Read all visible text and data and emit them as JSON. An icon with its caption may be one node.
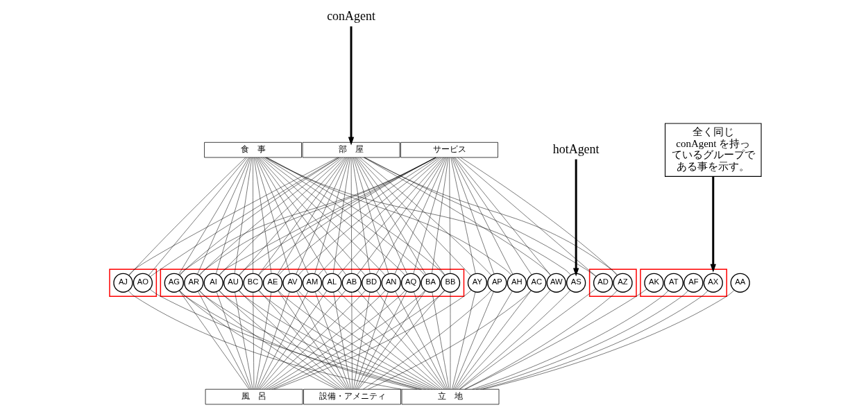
{
  "diagram": {
    "nodes": [
      {
        "text": [
          "食　事"
        ]
      },
      {
        "text": [
          "サービス"
        ]
      },
      {
        "text": [
          "部　屋"
        ]
      },
      {
        "text": [
          "conAgent"
        ]
      },
      {
        "text": [
          "hotAgent"
        ]
      },
      {
        "text": [],
        "shape": "box"
      },
      {
        "text": [
          "AV"
        ],
        "in": 5
      },
      {
        "text": [
          "AE"
        ],
        "in": 5
      },
      {
        "text": [
          "BC"
        ],
        "in": 5
      },
      {
        "text": [
          "AU"
        ],
        "in": 5
      },
      {
        "text": [
          "AI"
        ],
        "in": 5
      },
      {
        "text": [
          "AR"
        ],
        "in": 5
      },
      {
        "text": [
          "AG"
        ],
        "in": 5
      },
      {
        "text": [
          "BB"
        ],
        "in": 5
      },
      {
        "text": [
          "BA"
        ],
        "in": 5
      },
      {
        "text": [
          "AQ"
        ],
        "in": 5
      },
      {
        "text": [
          "AN"
        ],
        "in": 5
      },
      {
        "text": [
          "BD"
        ],
        "in": 5
      },
      {
        "text": [
          "AB"
        ],
        "in": 5
      },
      {
        "text": [
          "AL"
        ],
        "in": 5
      },
      {
        "text": [
          "AM"
        ],
        "in": 5
      },
      {
        "text": [
          "AC"
        ]
      },
      {
        "text": [
          "AY"
        ]
      },
      {
        "text": [
          "AW"
        ]
      },
      {
        "text": [
          "AH"
        ]
      },
      {
        "text": [
          "AP"
        ]
      },
      {
        "text": [],
        "shape": "box"
      },
      {
        "text": [
          "AO"
        ],
        "in": 26
      },
      {
        "text": [
          "AJ"
        ],
        "in": 26
      },
      {
        "text": [],
        "shape": "box"
      },
      {
        "text": [
          "AZ"
        ],
        "in": 29
      },
      {
        "text": [
          "AD"
        ],
        "in": 29
      },
      {
        "text": [
          "AA"
        ]
      },
      {
        "text": [
          "AS"
        ]
      },
      {
        "text": [
          "全く同じ conAgent を持っているグループである事を示す。"
        ]
      },
      {
        "text": [],
        "shape": "box"
      },
      {
        "text": [
          "AX"
        ],
        "in": 35
      },
      {
        "text": [
          "AF"
        ],
        "in": 35
      },
      {
        "text": [
          "AT"
        ],
        "in": 35
      },
      {
        "text": [
          "AK"
        ],
        "in": 35
      },
      {
        "text": [
          "設備・アメニティ"
        ]
      },
      {
        "text": [
          "風　呂"
        ]
      },
      {
        "text": [
          "立　地"
        ]
      }
    ],
    "edges": [
      {
        "from": 0,
        "to": 6,
        "arrow": "none"
      },
      {
        "from": 1,
        "to": 6,
        "arrow": "none"
      },
      {
        "from": 2,
        "to": 6,
        "arrow": "none"
      },
      {
        "from": 6,
        "to": 40,
        "arrow": "none"
      },
      {
        "from": 6,
        "to": 41,
        "arrow": "none"
      },
      {
        "from": 6,
        "to": 42,
        "arrow": "none"
      },
      {
        "from": 0,
        "to": 7,
        "arrow": "none"
      },
      {
        "from": 1,
        "to": 7,
        "arrow": "none"
      },
      {
        "from": 2,
        "to": 7,
        "arrow": "none"
      },
      {
        "from": 7,
        "to": 40,
        "arrow": "none"
      },
      {
        "from": 7,
        "to": 41,
        "arrow": "none"
      },
      {
        "from": 7,
        "to": 42,
        "arrow": "none"
      },
      {
        "from": 0,
        "to": 8,
        "arrow": "none"
      },
      {
        "from": 1,
        "to": 8,
        "arrow": "none"
      },
      {
        "from": 2,
        "to": 8,
        "arrow": "none"
      },
      {
        "from": 8,
        "to": 40,
        "arrow": "none"
      },
      {
        "from": 8,
        "to": 41,
        "arrow": "none"
      },
      {
        "from": 8,
        "to": 42,
        "arrow": "none"
      },
      {
        "from": 0,
        "to": 9,
        "arrow": "none"
      },
      {
        "from": 1,
        "to": 9,
        "arrow": "none"
      },
      {
        "from": 2,
        "to": 9,
        "arrow": "none"
      },
      {
        "from": 9,
        "to": 40,
        "arrow": "none"
      },
      {
        "from": 9,
        "to": 41,
        "arrow": "none"
      },
      {
        "from": 9,
        "to": 42,
        "arrow": "none"
      },
      {
        "from": 0,
        "to": 10,
        "arrow": "none"
      },
      {
        "from": 1,
        "to": 10,
        "arrow": "none"
      },
      {
        "from": 2,
        "to": 10,
        "arrow": "none"
      },
      {
        "from": 10,
        "to": 40,
        "arrow": "none"
      },
      {
        "from": 10,
        "to": 41,
        "arrow": "none"
      },
      {
        "from": 10,
        "to": 42,
        "arrow": "none"
      },
      {
        "from": 0,
        "to": 11,
        "arrow": "none"
      },
      {
        "from": 1,
        "to": 11,
        "arrow": "none"
      },
      {
        "from": 2,
        "to": 11,
        "arrow": "none"
      },
      {
        "from": 11,
        "to": 40,
        "arrow": "none"
      },
      {
        "from": 11,
        "to": 41,
        "arrow": "none"
      },
      {
        "from": 11,
        "to": 42,
        "arrow": "none"
      },
      {
        "from": 0,
        "to": 12,
        "arrow": "none"
      },
      {
        "from": 1,
        "to": 12,
        "arrow": "none"
      },
      {
        "from": 2,
        "to": 12,
        "arrow": "none"
      },
      {
        "from": 12,
        "to": 40,
        "arrow": "none"
      },
      {
        "from": 12,
        "to": 41,
        "arrow": "none"
      },
      {
        "from": 12,
        "to": 42,
        "arrow": "none"
      },
      {
        "from": 0,
        "to": 13,
        "arrow": "none"
      },
      {
        "from": 1,
        "to": 13,
        "arrow": "none"
      },
      {
        "from": 2,
        "to": 13,
        "arrow": "none"
      },
      {
        "from": 13,
        "to": 40,
        "arrow": "none"
      },
      {
        "from": 13,
        "to": 41,
        "arrow": "none"
      },
      {
        "from": 13,
        "to": 42,
        "arrow": "none"
      },
      {
        "from": 0,
        "to": 14,
        "arrow": "none"
      },
      {
        "from": 1,
        "to": 14,
        "arrow": "none"
      },
      {
        "from": 2,
        "to": 14,
        "arrow": "none"
      },
      {
        "from": 14,
        "to": 40,
        "arrow": "none"
      },
      {
        "from": 14,
        "to": 41,
        "arrow": "none"
      },
      {
        "from": 14,
        "to": 42,
        "arrow": "none"
      },
      {
        "from": 0,
        "to": 15,
        "arrow": "none"
      },
      {
        "from": 1,
        "to": 15,
        "arrow": "none"
      },
      {
        "from": 2,
        "to": 15,
        "arrow": "none"
      },
      {
        "from": 15,
        "to": 40,
        "arrow": "none"
      },
      {
        "from": 15,
        "to": 41,
        "arrow": "none"
      },
      {
        "from": 15,
        "to": 42,
        "arrow": "none"
      },
      {
        "from": 0,
        "to": 16,
        "arrow": "none"
      },
      {
        "from": 1,
        "to": 16,
        "arrow": "none"
      },
      {
        "from": 2,
        "to": 16,
        "arrow": "none"
      },
      {
        "from": 16,
        "to": 40,
        "arrow": "none"
      },
      {
        "from": 16,
        "to": 41,
        "arrow": "none"
      },
      {
        "from": 16,
        "to": 42,
        "arrow": "none"
      },
      {
        "from": 0,
        "to": 17,
        "arrow": "none"
      },
      {
        "from": 1,
        "to": 17,
        "arrow": "none"
      },
      {
        "from": 2,
        "to": 17,
        "arrow": "none"
      },
      {
        "from": 17,
        "to": 40,
        "arrow": "none"
      },
      {
        "from": 17,
        "to": 41,
        "arrow": "none"
      },
      {
        "from": 17,
        "to": 42,
        "arrow": "none"
      },
      {
        "from": 0,
        "to": 18,
        "arrow": "none"
      },
      {
        "from": 1,
        "to": 18,
        "arrow": "none"
      },
      {
        "from": 2,
        "to": 18,
        "arrow": "none"
      },
      {
        "from": 18,
        "to": 40,
        "arrow": "none"
      },
      {
        "from": 18,
        "to": 41,
        "arrow": "none"
      },
      {
        "from": 18,
        "to": 42,
        "arrow": "none"
      },
      {
        "from": 0,
        "to": 19,
        "arrow": "none"
      },
      {
        "from": 1,
        "to": 19,
        "arrow": "none"
      },
      {
        "from": 2,
        "to": 19,
        "arrow": "none"
      },
      {
        "from": 19,
        "to": 40,
        "arrow": "none"
      },
      {
        "from": 19,
        "to": 41,
        "arrow": "none"
      },
      {
        "from": 19,
        "to": 42,
        "arrow": "none"
      },
      {
        "from": 0,
        "to": 20,
        "arrow": "none"
      },
      {
        "from": 1,
        "to": 20,
        "arrow": "none"
      },
      {
        "from": 2,
        "to": 20,
        "arrow": "none"
      },
      {
        "from": 20,
        "to": 40,
        "arrow": "none"
      },
      {
        "from": 20,
        "to": 41,
        "arrow": "none"
      },
      {
        "from": 20,
        "to": 42,
        "arrow": "none"
      },
      {
        "from": 1,
        "to": 21,
        "arrow": "none"
      },
      {
        "from": 21,
        "to": 40,
        "arrow": "none"
      },
      {
        "from": 21,
        "to": 42,
        "arrow": "none"
      },
      {
        "from": 1,
        "to": 22,
        "arrow": "none"
      },
      {
        "from": 2,
        "to": 22,
        "arrow": "none"
      },
      {
        "from": 22,
        "to": 41,
        "arrow": "none"
      },
      {
        "from": 22,
        "to": 42,
        "arrow": "none"
      },
      {
        "from": 1,
        "to": 23,
        "arrow": "none"
      },
      {
        "from": 2,
        "to": 23,
        "arrow": "none"
      },
      {
        "from": 23,
        "to": 42,
        "arrow": "none"
      },
      {
        "from": 0,
        "to": 24,
        "arrow": "none"
      },
      {
        "from": 1,
        "to": 24,
        "arrow": "none"
      },
      {
        "from": 24,
        "to": 42,
        "arrow": "none"
      },
      {
        "from": 1,
        "to": 25,
        "arrow": "none"
      },
      {
        "from": 2,
        "to": 25,
        "arrow": "none"
      },
      {
        "from": 25,
        "to": 40,
        "arrow": "none"
      },
      {
        "from": 25,
        "to": 42,
        "arrow": "none"
      },
      {
        "from": 0,
        "to": 27,
        "arrow": "none"
      },
      {
        "from": 2,
        "to": 27,
        "arrow": "none"
      },
      {
        "from": 27,
        "to": 42,
        "arrow": "none"
      },
      {
        "from": 0,
        "to": 28,
        "arrow": "none"
      },
      {
        "from": 2,
        "to": 28,
        "arrow": "none"
      },
      {
        "from": 28,
        "to": 42,
        "arrow": "none"
      },
      {
        "from": 1,
        "to": 30,
        "arrow": "none"
      },
      {
        "from": 2,
        "to": 30,
        "arrow": "none"
      },
      {
        "from": 30,
        "to": 42,
        "arrow": "none"
      },
      {
        "from": 1,
        "to": 31,
        "arrow": "none"
      },
      {
        "from": 2,
        "to": 31,
        "arrow": "none"
      },
      {
        "from": 31,
        "to": 42,
        "arrow": "none"
      },
      {
        "from": 32,
        "to": 42,
        "arrow": "none"
      },
      {
        "from": 0,
        "to": 33,
        "arrow": "none"
      },
      {
        "from": 33,
        "to": 42,
        "arrow": "none"
      },
      {
        "from": 36,
        "to": 42,
        "arrow": "none"
      },
      {
        "from": 37,
        "to": 42,
        "arrow": "none"
      },
      {
        "from": 38,
        "to": 42,
        "arrow": "none"
      },
      {
        "from": 39,
        "to": 42,
        "arrow": "none"
      },
      {
        "from": 3,
        "to": 2,
        "arrow": "to",
        "style": "thick"
      },
      {
        "from": 4,
        "to": 33,
        "arrow": "to",
        "style": "thick"
      },
      {
        "from": 34,
        "to": 35,
        "arrow": "to",
        "style": "thick"
      }
    ]
  }
}
